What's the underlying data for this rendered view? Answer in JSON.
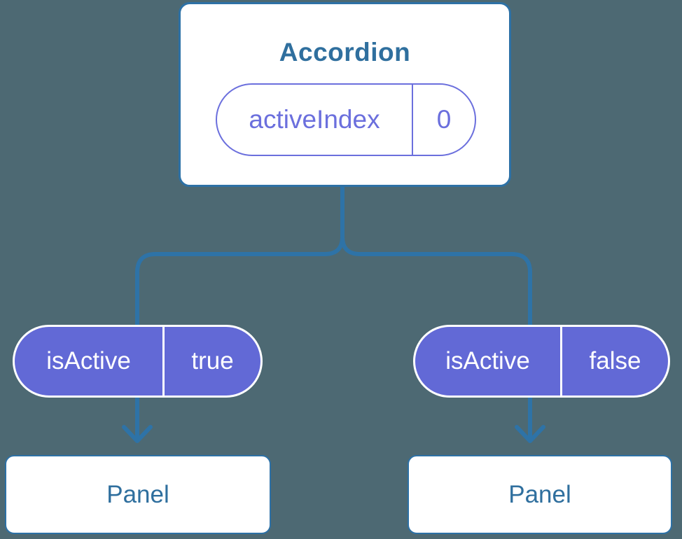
{
  "diagram": {
    "root": {
      "title": "Accordion",
      "prop": {
        "name": "activeIndex",
        "value": "0"
      }
    },
    "children": [
      {
        "prop": {
          "name": "isActive",
          "value": "true"
        },
        "target": {
          "label": "Panel"
        }
      },
      {
        "prop": {
          "name": "isActive",
          "value": "false"
        },
        "target": {
          "label": "Panel"
        }
      }
    ],
    "colors": {
      "background": "#4d6973",
      "connector": "#2e73a7",
      "card_border": "#2d71a6",
      "card_background": "#ffffff",
      "heading_text": "#2f6f9e",
      "prop_pill_accent": "#6b6fdd",
      "state_pill_fill": "#6269d6",
      "state_pill_border": "#ffffff",
      "state_pill_text": "#ffffff"
    }
  }
}
